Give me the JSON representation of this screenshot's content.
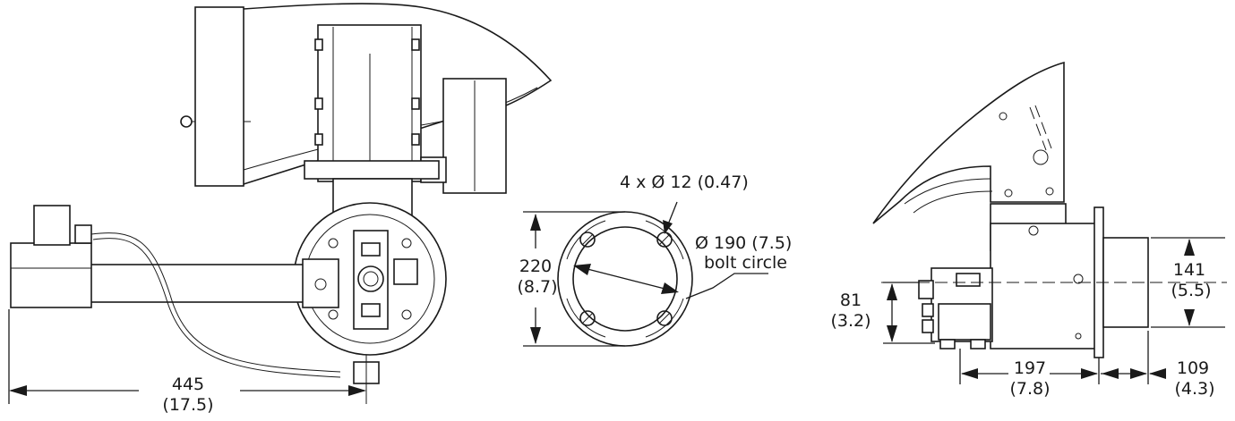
{
  "front_view": {
    "width_dim": {
      "value": "445",
      "imperial": "(17.5)"
    }
  },
  "flange_view": {
    "holes_label": "4 x Ø 12 (0.47)",
    "bolt_circle_value": "Ø 190 (7.5)",
    "bolt_circle_label": "bolt circle",
    "outer_dim": {
      "value": "220",
      "imperial": "(8.7)"
    }
  },
  "side_view": {
    "height_dim": {
      "value": "81",
      "imperial": "(3.2)"
    },
    "tube_dia_dim": {
      "value": "141",
      "imperial": "(5.5)"
    },
    "length_dim": {
      "value": "197",
      "imperial": "(7.8)"
    },
    "tube_len_dim": {
      "value": "109",
      "imperial": "(4.3)"
    }
  }
}
